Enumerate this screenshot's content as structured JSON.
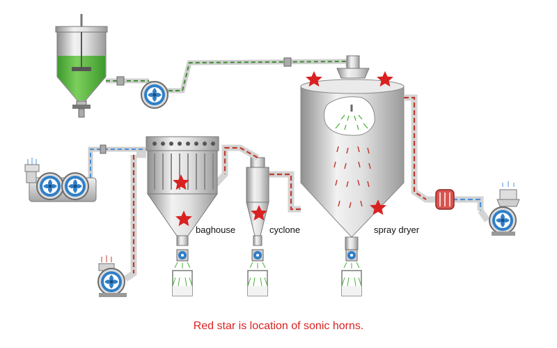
{
  "labels": {
    "baghouse": "baghouse",
    "cyclone": "cyclone",
    "spray_dryer": "spray dryer"
  },
  "caption": "Red star is location of sonic horns.",
  "colors": {
    "star": "#d92121",
    "caption": "#d92121",
    "vessel_light": "#e6e6e6",
    "vessel_dark": "#8f8f8f",
    "feed_liquid": "#4caf3a",
    "pipe_air_blue": "#4a90d9",
    "pipe_product_red": "#c0392b",
    "pipe_feed_green": "#3c8d2f",
    "fan_blue": "#2f7fc8"
  },
  "icons": [
    "star-icon",
    "fan-icon",
    "heater-icon",
    "valve-icon",
    "collection-bin-icon",
    "nozzle-spray-icon"
  ]
}
